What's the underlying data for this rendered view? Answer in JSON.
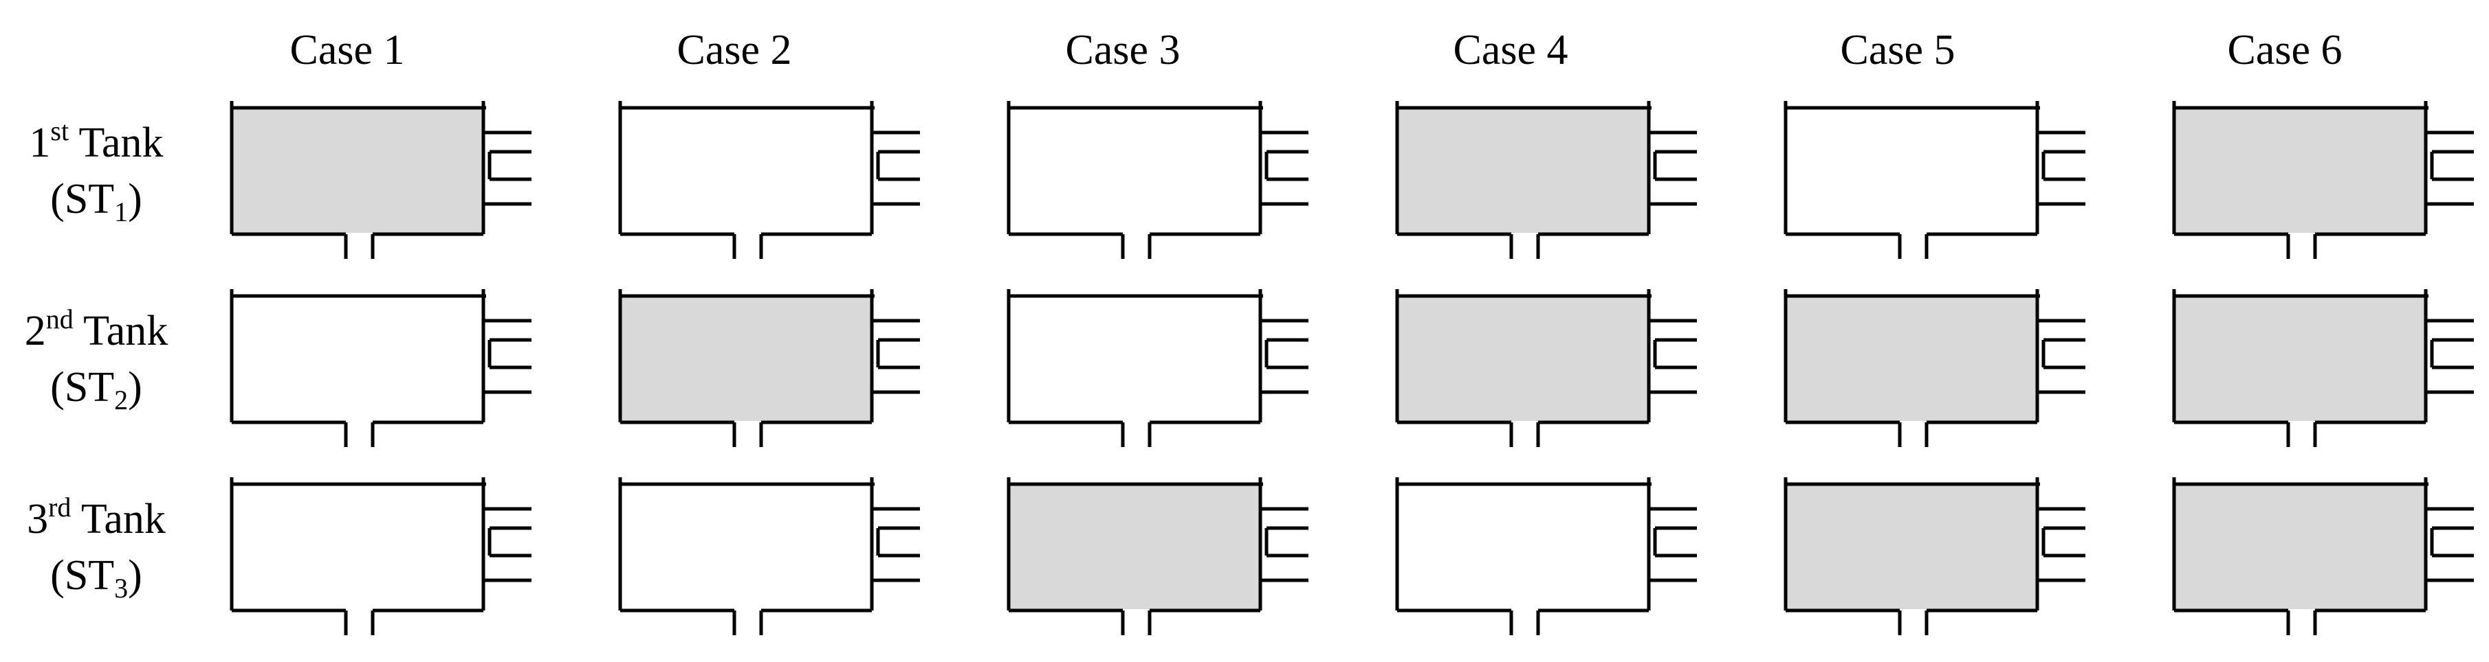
{
  "cases": [
    "Case 1",
    "Case 2",
    "Case 3",
    "Case 4",
    "Case 5",
    "Case 6"
  ],
  "rows": [
    {
      "ordinal": "1",
      "suffix": "st",
      "word": "Tank",
      "sub_open": "(ST",
      "sub_index": "1",
      "sub_close": ")"
    },
    {
      "ordinal": "2",
      "suffix": "nd",
      "word": "Tank",
      "sub_open": "(ST",
      "sub_index": "2",
      "sub_close": ")"
    },
    {
      "ordinal": "3",
      "suffix": "rd",
      "word": "Tank",
      "sub_open": "(ST",
      "sub_index": "3",
      "sub_close": ")"
    }
  ],
  "filled": [
    [
      true,
      false,
      false,
      true,
      false,
      true
    ],
    [
      false,
      true,
      false,
      true,
      true,
      true
    ],
    [
      false,
      false,
      true,
      false,
      true,
      true
    ]
  ],
  "colors": {
    "fill": "#d9d9d9",
    "stroke": "#000000"
  }
}
